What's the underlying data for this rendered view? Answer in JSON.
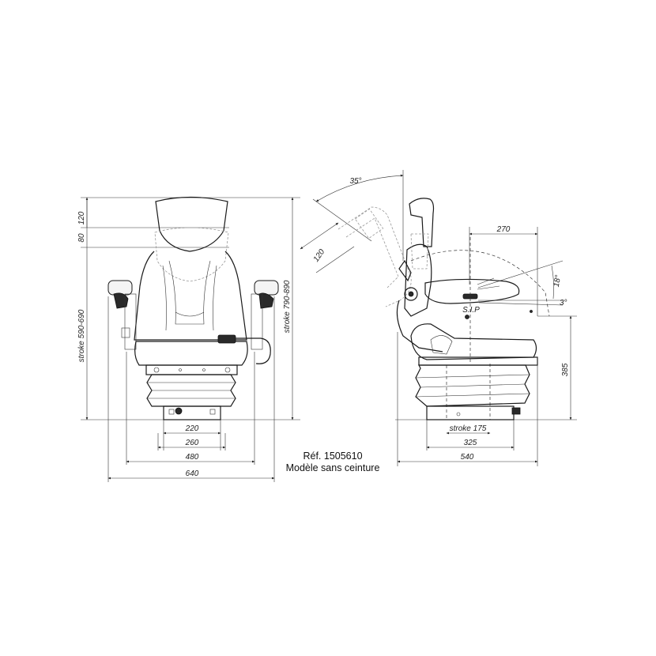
{
  "reference": {
    "line1": "Réf. 1505610",
    "line2": "Modèle sans ceinture"
  },
  "front_view": {
    "dims": {
      "headrest_height": "120",
      "headrest_offset": "80",
      "stroke_low": "stroke 590-690",
      "stroke_high": "stroke 790-890",
      "base_220": "220",
      "base_260": "260",
      "width_480": "480",
      "width_640": "640"
    }
  },
  "side_view": {
    "dims": {
      "angle_35": "35°",
      "backrest_120": "120",
      "length_270": "270",
      "angle_18": "18°",
      "angle_3": "3°",
      "height_385": "385",
      "stroke_175": "stroke 175",
      "base_325": "325",
      "depth_540": "540"
    }
  },
  "marker_label": "S.I.P"
}
